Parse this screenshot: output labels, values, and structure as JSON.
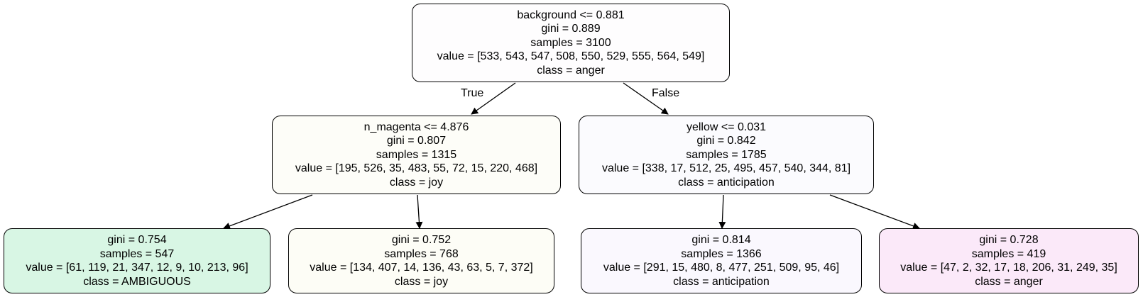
{
  "tree": {
    "root": {
      "lines": [
        "background <= 0.881",
        "gini = 0.889",
        "samples = 3100",
        "value = [533, 543, 547, 508, 550, 529, 555, 564, 549]",
        "class = anger"
      ],
      "fill": "#fefdfe"
    },
    "left": {
      "lines": [
        "n_magenta <= 4.876",
        "gini = 0.807",
        "samples = 1315",
        "value = [195, 526, 35, 483, 55, 72, 15, 220, 468]",
        "class = joy"
      ],
      "fill": "#fdfdf8"
    },
    "right": {
      "lines": [
        "yellow <= 0.031",
        "gini = 0.842",
        "samples = 1785",
        "value = [338, 17, 512, 25, 495, 457, 540, 344, 81]",
        "class = anticipation"
      ],
      "fill": "#fbfbfe"
    },
    "leaf1": {
      "lines": [
        "gini = 0.754",
        "samples = 547",
        "value = [61, 119, 21, 347, 12, 9, 10, 213, 96]",
        "class = AMBIGUOUS"
      ],
      "fill": "#d8f6e4"
    },
    "leaf2": {
      "lines": [
        "gini = 0.752",
        "samples = 768",
        "value = [134, 407, 14, 136, 43, 63, 5, 7, 372]",
        "class = joy"
      ],
      "fill": "#fdfdf6"
    },
    "leaf3": {
      "lines": [
        "gini = 0.814",
        "samples = 1366",
        "value = [291, 15, 480, 8, 477, 251, 509, 95, 46]",
        "class = anticipation"
      ],
      "fill": "#faf8fe"
    },
    "leaf4": {
      "lines": [
        "gini = 0.728",
        "samples = 419",
        "value = [47, 2, 32, 17, 18, 206, 31, 249, 35]",
        "class = anger"
      ],
      "fill": "#fbe9f9"
    }
  },
  "edge_labels": {
    "true_label": "True",
    "false_label": "False"
  }
}
